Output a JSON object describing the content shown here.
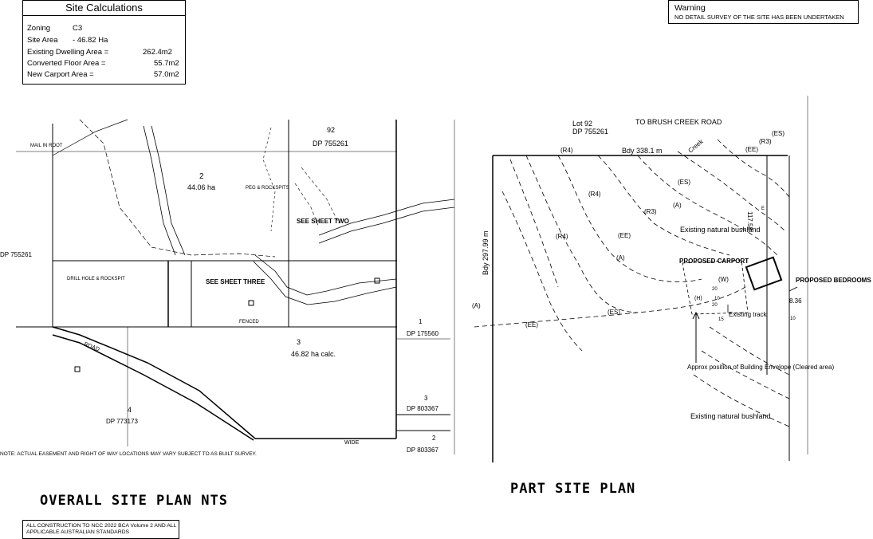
{
  "site_calculations": {
    "title": "Site Calculations",
    "rows": [
      {
        "label": "Zoning",
        "value": "C3"
      },
      {
        "label": "Site Area",
        "value": "- 46.82 Ha"
      },
      {
        "label": "Existing Dwelling Area =",
        "value": "262.4m2"
      },
      {
        "label": "Converted Floor Area =",
        "value": "55.7m2"
      },
      {
        "label": "New Carport Area =",
        "value": "57.0m2"
      }
    ]
  },
  "warning": {
    "title": "Warning",
    "text": "NO DETAIL SURVEY OF THE SITE HAS BEEN UNDERTAKEN"
  },
  "overall_plan": {
    "title": "OVERALL SITE PLAN   NTS",
    "lot_92": "92",
    "dp_92": "DP 755261",
    "lot_2": "2",
    "area_2": "44.06 ha",
    "lot_3": "3",
    "area_3": "46.82 ha calc.",
    "lot_4": "4",
    "dp_4": "DP 773173",
    "lot_1": "1",
    "dp_1": "DP 175560",
    "lot_3b": "3",
    "dp_3b": "DP 803367",
    "lot_2b": "2",
    "dp_2b": "DP 803367",
    "dp_left": "DP 755261",
    "see_sheet_three": "SEE SHEET THREE",
    "see_sheet_two": "SEE SHEET TWO",
    "road_label": "ROAD",
    "wide_label": "WIDE",
    "mail_label": "MAIL IN ROOT",
    "peg_rock": "PEG & ROCKSPITS",
    "drill_hole": "DRILL HOLE & ROCKSPIT",
    "fenced": "FENCED",
    "note": "NOTE: ACTUAL EASEMENT AND RIGHT OF WAY LOCATIONS MAY VARY SUBJECT TO AS BUILT SURVEY."
  },
  "part_plan": {
    "title": "PART SITE PLAN",
    "lot": "Lot 92",
    "dp": "DP 755261",
    "to_road": "TO BRUSH CREEK ROAD",
    "bdy_top": "Bdy 338.1 m",
    "bdy_left": "Bdy 297.99 m",
    "bdy_right": "117.58",
    "creek": "Creek",
    "bushland_1": "Existing natural bushland",
    "bushland_2": "Existing natural bushland",
    "carport": "PROPOSED CARPORT",
    "bedrooms": "PROPOSED BEDROOMS",
    "track": "Existing track",
    "envelope": "Approx position of Building Envelope (Cleared area)",
    "dim_836": "8.36",
    "tags": [
      "(R4)",
      "(R4)",
      "(R4)",
      "(R3)",
      "(R3)",
      "(EE)",
      "(EE)",
      "(EE)",
      "(ES)",
      "(ES)",
      "(ES)",
      "(A)",
      "(A)",
      "(A)",
      "(W)",
      "(H)"
    ],
    "contours": [
      "20",
      "10",
      "20",
      "15",
      "10",
      "E"
    ]
  },
  "footer": {
    "ncc": "ALL CONSTRUCTION TO NCC 2022 BCA Volume 2 AND ALL APPLICABLE AUSTRALIAN STANDARDS"
  }
}
